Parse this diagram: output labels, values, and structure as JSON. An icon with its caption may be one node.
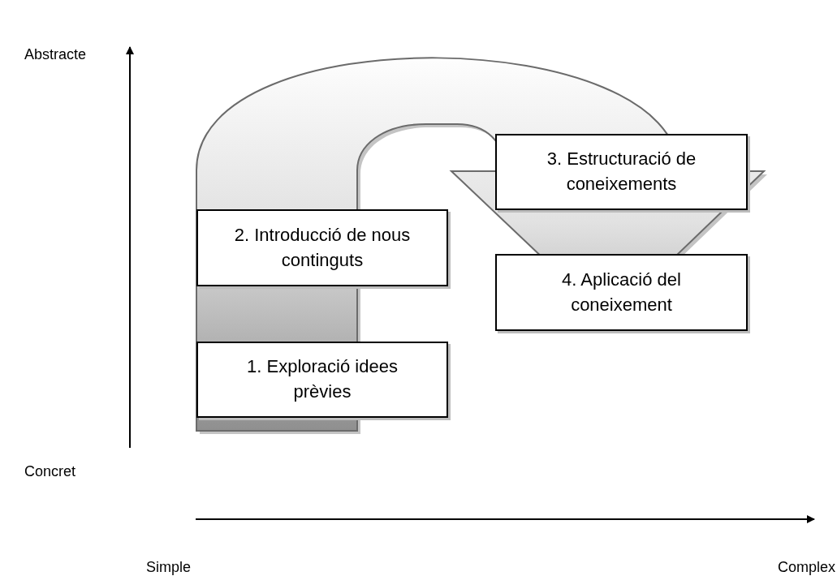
{
  "diagram": {
    "nodes": [
      {
        "text": [
          "2. Introducció de nous continguts"
        ]
      },
      {
        "text": [
          "1. Exploració idees prèvies"
        ]
      },
      {
        "text": [
          "3. Estructuració de coneixements"
        ]
      },
      {
        "text": [
          "4. Aplicació del coneixement"
        ]
      }
    ],
    "labels": [
      "Abstracte",
      "Concret",
      "Simple",
      "Complex"
    ]
  }
}
